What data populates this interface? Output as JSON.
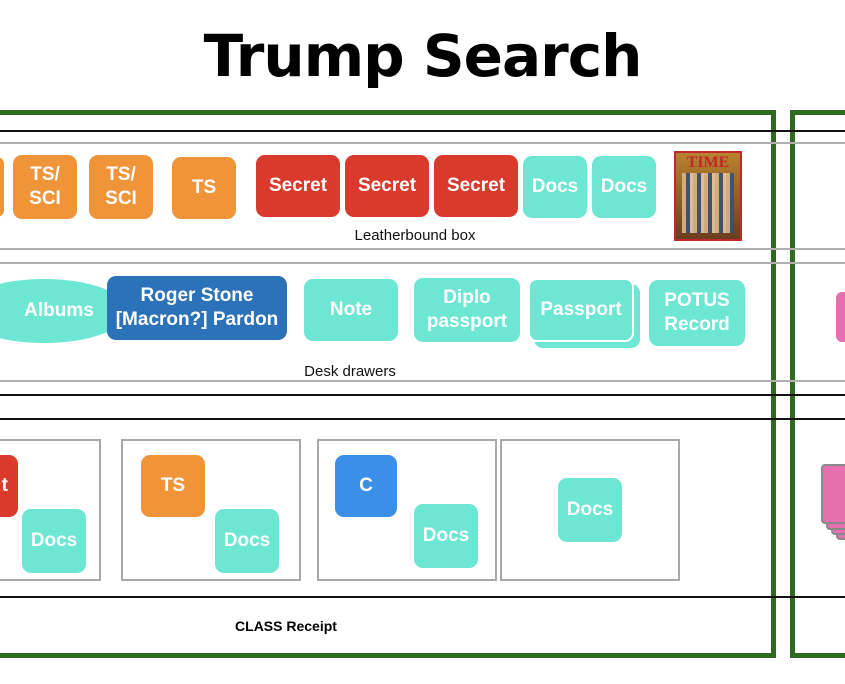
{
  "title": "Trump Search",
  "leatherbound": {
    "label": "Leatherbound box",
    "tiles": [
      "TS/\nSCI",
      "TS/\nSCI",
      "TS",
      "Secret",
      "Secret",
      "Secret",
      "Docs",
      "Docs"
    ],
    "magazine": "TIME"
  },
  "desk": {
    "label": "Desk drawers",
    "items": [
      "Albums",
      "Roger Stone\n[Macron?] Pardon",
      "Note",
      "Diplo\npassport",
      "Passport",
      "POTUS\nRecord"
    ]
  },
  "class_section": {
    "label": "CLASS Receipt",
    "boxes": [
      {
        "marker": "t",
        "docs": "Docs"
      },
      {
        "marker": "TS",
        "docs": "Docs"
      },
      {
        "marker": "C",
        "docs": "Docs"
      },
      {
        "docs": "Docs"
      }
    ]
  },
  "colors": {
    "frame": "#2f6b1f",
    "orange": "#f0943a",
    "red": "#d93a2b",
    "teal": "#6ee6d4",
    "blue": "#3b8fe6",
    "navy": "#2c72b8",
    "pink": "#e66fb0"
  }
}
